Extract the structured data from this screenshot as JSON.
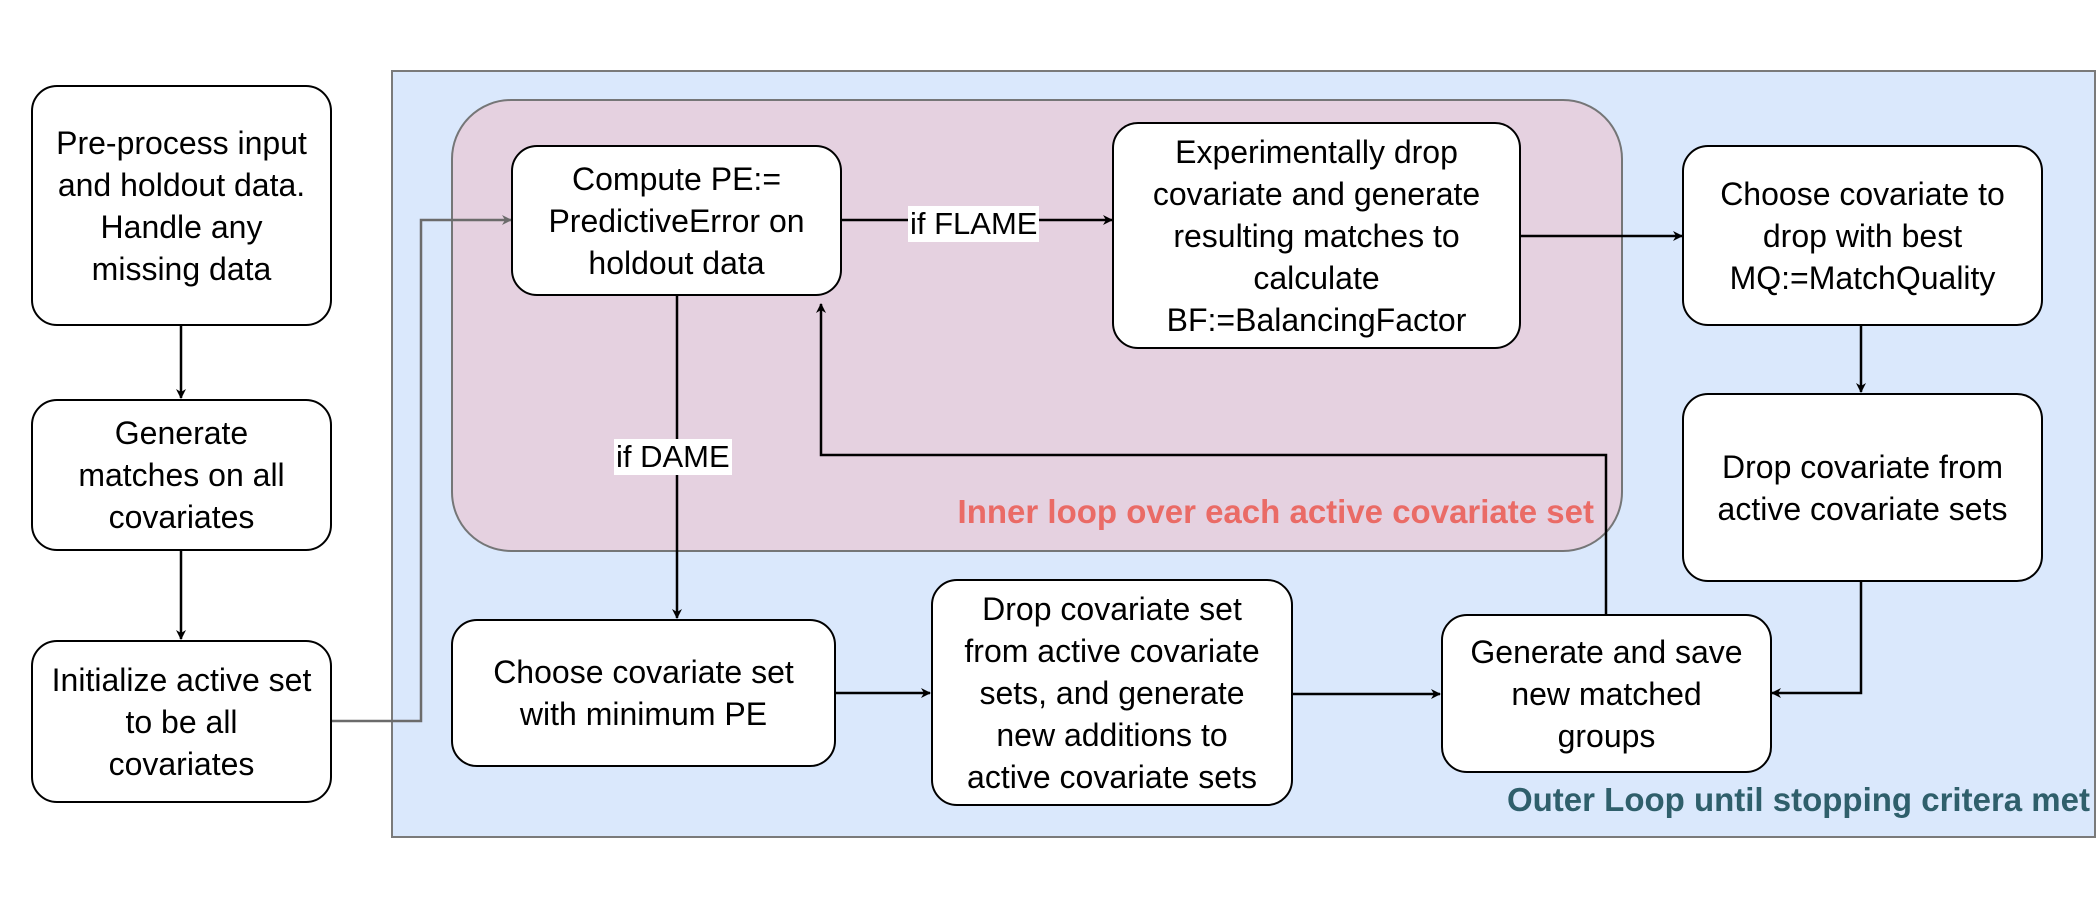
{
  "colors": {
    "outer_fill": "#dae8fc",
    "inner_fill": "#e6d0de",
    "inner_label": "#ea6b66",
    "outer_label": "#2f5f6b",
    "edge": "#000000",
    "edge_faded": "#6b6b6b"
  },
  "nodes": {
    "preprocess": "Pre-process input\nand holdout data.\nHandle any\nmissing data",
    "generate_all": "Generate\nmatches on all\ncovariates",
    "initialize": "Initialize active set\nto be all\ncovariates",
    "compute_pe": "Compute PE:=\nPredictiveError on\nholdout data",
    "experimental_drop": "Experimentally drop\ncovariate and generate\nresulting matches to\ncalculate\nBF:=BalancingFactor",
    "choose_best_mq": "Choose covariate to\ndrop with best\nMQ:=MatchQuality",
    "drop_from_sets": "Drop covariate from\nactive covariate sets",
    "choose_min_pe": "Choose covariate set\nwith minimum PE",
    "drop_set": "Drop covariate set\nfrom active covariate\nsets, and generate\nnew additions to\nactive covariate sets",
    "generate_save": "Generate and save\nnew matched\ngroups"
  },
  "edge_labels": {
    "flame": "if FLAME",
    "dame": "if DAME"
  },
  "containers": {
    "inner_loop": "Inner loop over each active covariate set",
    "outer_loop": "Outer Loop until stopping critera met"
  }
}
